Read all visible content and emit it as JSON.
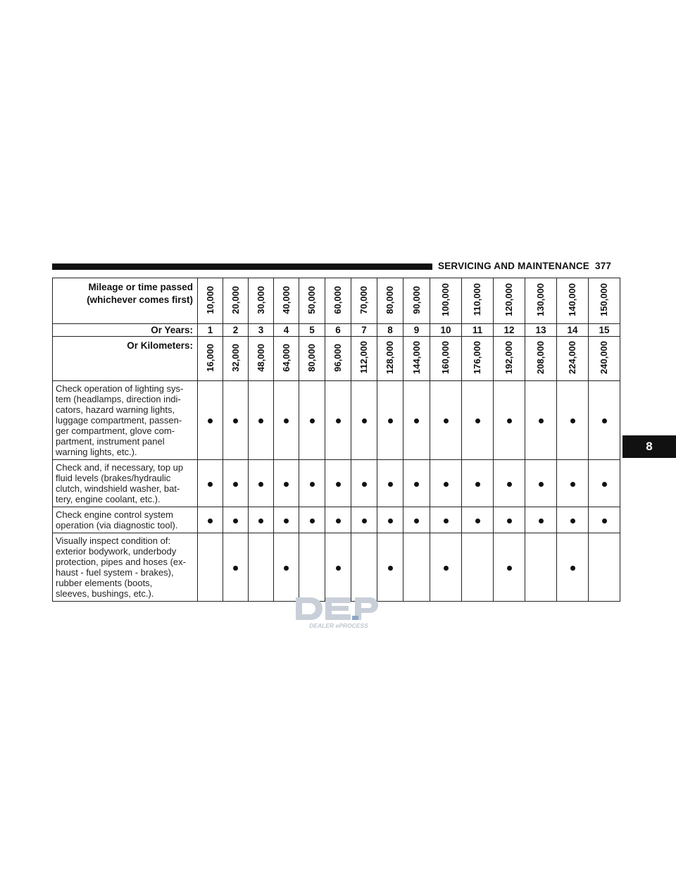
{
  "header": {
    "title": "SERVICING AND MAINTENANCE",
    "page_number": "377"
  },
  "chapter_tab": "8",
  "schedule": {
    "mileage_label_line1": "Mileage or time passed",
    "mileage_label_line2": "(whichever comes first)",
    "miles": [
      "10,000",
      "20,000",
      "30,000",
      "40,000",
      "50,000",
      "60,000",
      "70,000",
      "80,000",
      "90,000",
      "100,000",
      "110,000",
      "120,000",
      "130,000",
      "140,000",
      "150,000"
    ],
    "years_label": "Or Years:",
    "years": [
      "1",
      "2",
      "3",
      "4",
      "5",
      "6",
      "7",
      "8",
      "9",
      "10",
      "11",
      "12",
      "13",
      "14",
      "15"
    ],
    "km_label": "Or Kilometers:",
    "kilometers": [
      "16,000",
      "32,000",
      "48,000",
      "64,000",
      "80,000",
      "96,000",
      "112,000",
      "128,000",
      "144,000",
      "160,000",
      "176,000",
      "192,000",
      "208,000",
      "224,000",
      "240,000"
    ],
    "tasks": [
      {
        "text": "Check operation of lighting sys-tem (headlamps, direction indi-cators, hazard warning lights, luggage compartment, passen-ger compartment, glove com-partment, instrument panel warning lights, etc.).",
        "lines": [
          "Check operation of lighting sys-",
          "tem (headlamps, direction indi-",
          "cators, hazard warning lights,",
          "luggage compartment, passen-",
          "ger compartment, glove com-",
          "partment, instrument panel",
          "warning lights, etc.)."
        ],
        "marks": [
          true,
          true,
          true,
          true,
          true,
          true,
          true,
          true,
          true,
          true,
          true,
          true,
          true,
          true,
          true
        ]
      },
      {
        "text": "Check and, if necessary, top up fluid levels (brakes/hydraulic clutch, windshield washer, bat-tery, engine coolant, etc.).",
        "lines": [
          "Check and, if necessary, top up",
          "fluid levels (brakes/hydraulic",
          "clutch, windshield washer, bat-",
          "tery, engine coolant, etc.)."
        ],
        "marks": [
          true,
          true,
          true,
          true,
          true,
          true,
          true,
          true,
          true,
          true,
          true,
          true,
          true,
          true,
          true
        ]
      },
      {
        "text": "Check engine control system operation (via diagnostic tool).",
        "lines": [
          "Check engine control system",
          "operation (via diagnostic tool)."
        ],
        "marks": [
          true,
          true,
          true,
          true,
          true,
          true,
          true,
          true,
          true,
          true,
          true,
          true,
          true,
          true,
          true
        ]
      },
      {
        "text": "Visually inspect condition of: exterior bodywork, underbody protection, pipes and hoses (ex-haust - fuel system - brakes), rubber elements (boots, sleeves, bushings, etc.).",
        "lines": [
          "Visually inspect condition of:",
          "exterior bodywork, underbody",
          "protection, pipes and hoses (ex-",
          "haust - fuel system - brakes),",
          "rubber elements (boots,",
          "sleeves, bushings, etc.)."
        ],
        "marks": [
          false,
          true,
          false,
          true,
          false,
          true,
          false,
          true,
          false,
          true,
          false,
          true,
          false,
          true,
          false
        ]
      }
    ]
  },
  "watermark": {
    "logo_text": "DEP",
    "subtitle": "DEALER ePROCESS"
  }
}
